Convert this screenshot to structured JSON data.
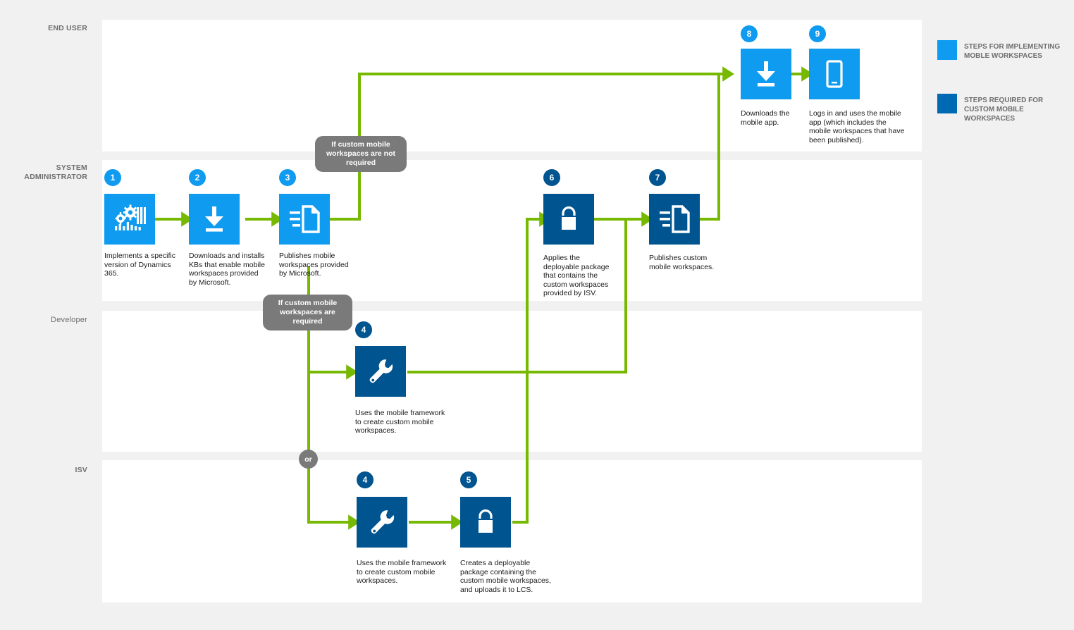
{
  "colors": {
    "page_bg": "#f1f1f1",
    "lane_bg": "#ffffff",
    "light_blue": "#0f9bf0",
    "dark_blue": "#00548f",
    "connector_green": "#76b900",
    "callout_gray": "#7a7a7a",
    "label_gray": "#6e6e6e"
  },
  "lanes": [
    {
      "id": "end-user",
      "label": "END USER"
    },
    {
      "id": "system-administrator",
      "label": "SYSTEM\nADMINISTRATOR"
    },
    {
      "id": "developer",
      "label": "Developer"
    },
    {
      "id": "isv",
      "label": "ISV"
    }
  ],
  "steps": [
    {
      "id": "step-1",
      "number": "1",
      "tone": "light",
      "icon": "gears-chart-icon",
      "caption": "Implements a specific version of Dynamics 365.",
      "lane": "system-administrator"
    },
    {
      "id": "step-2",
      "number": "2",
      "tone": "light",
      "icon": "download-icon",
      "caption": "Downloads and installs KBs that enable mobile workspaces provided by Microsoft.",
      "lane": "system-administrator"
    },
    {
      "id": "step-3",
      "number": "3",
      "tone": "light",
      "icon": "publish-document-icon",
      "caption": "Publishes mobile workspaces provided by Microsoft.",
      "lane": "system-administrator"
    },
    {
      "id": "step-4-developer",
      "number": "4",
      "tone": "dark",
      "icon": "wrench-icon",
      "caption": "Uses the mobile framework to create custom mobile workspaces.",
      "lane": "developer"
    },
    {
      "id": "step-4-isv",
      "number": "4",
      "tone": "dark",
      "icon": "wrench-icon",
      "caption": "Uses the mobile framework to create custom mobile workspaces.",
      "lane": "isv"
    },
    {
      "id": "step-5-isv",
      "number": "5",
      "tone": "dark",
      "icon": "package-icon",
      "caption": "Creates a deployable package containing the custom mobile workspaces, and uploads it to LCS.",
      "lane": "isv"
    },
    {
      "id": "step-6",
      "number": "6",
      "tone": "dark",
      "icon": "package-icon",
      "caption": "Applies the deployable package that contains the custom workspaces provided by ISV.",
      "lane": "system-administrator"
    },
    {
      "id": "step-7",
      "number": "7",
      "tone": "dark",
      "icon": "publish-document-icon",
      "caption": "Publishes custom mobile workspaces.",
      "lane": "system-administrator"
    },
    {
      "id": "step-8",
      "number": "8",
      "tone": "light",
      "icon": "download-icon",
      "caption": "Downloads the mobile app.",
      "lane": "end-user"
    },
    {
      "id": "step-9",
      "number": "9",
      "tone": "light",
      "icon": "phone-icon",
      "caption": "Logs in and uses the mobile app (which includes the mobile workspaces that have been published).",
      "lane": "end-user"
    }
  ],
  "callouts": [
    {
      "id": "callout-not-required",
      "text": "If custom mobile workspaces are not required"
    },
    {
      "id": "callout-required",
      "text": "If custom mobile workspaces are required"
    },
    {
      "id": "or-chip",
      "text": "or"
    }
  ],
  "legend": [
    {
      "id": "legend-implementing",
      "swatch": "#0f9bf0",
      "text": "STEPS FOR IMPLEMENTING MOBLE WORKSPACES"
    },
    {
      "id": "legend-custom",
      "swatch": "#00548f",
      "text": "STEPS REQUIRED FOR CUSTOM MOBILE WORKSPACES"
    }
  ]
}
